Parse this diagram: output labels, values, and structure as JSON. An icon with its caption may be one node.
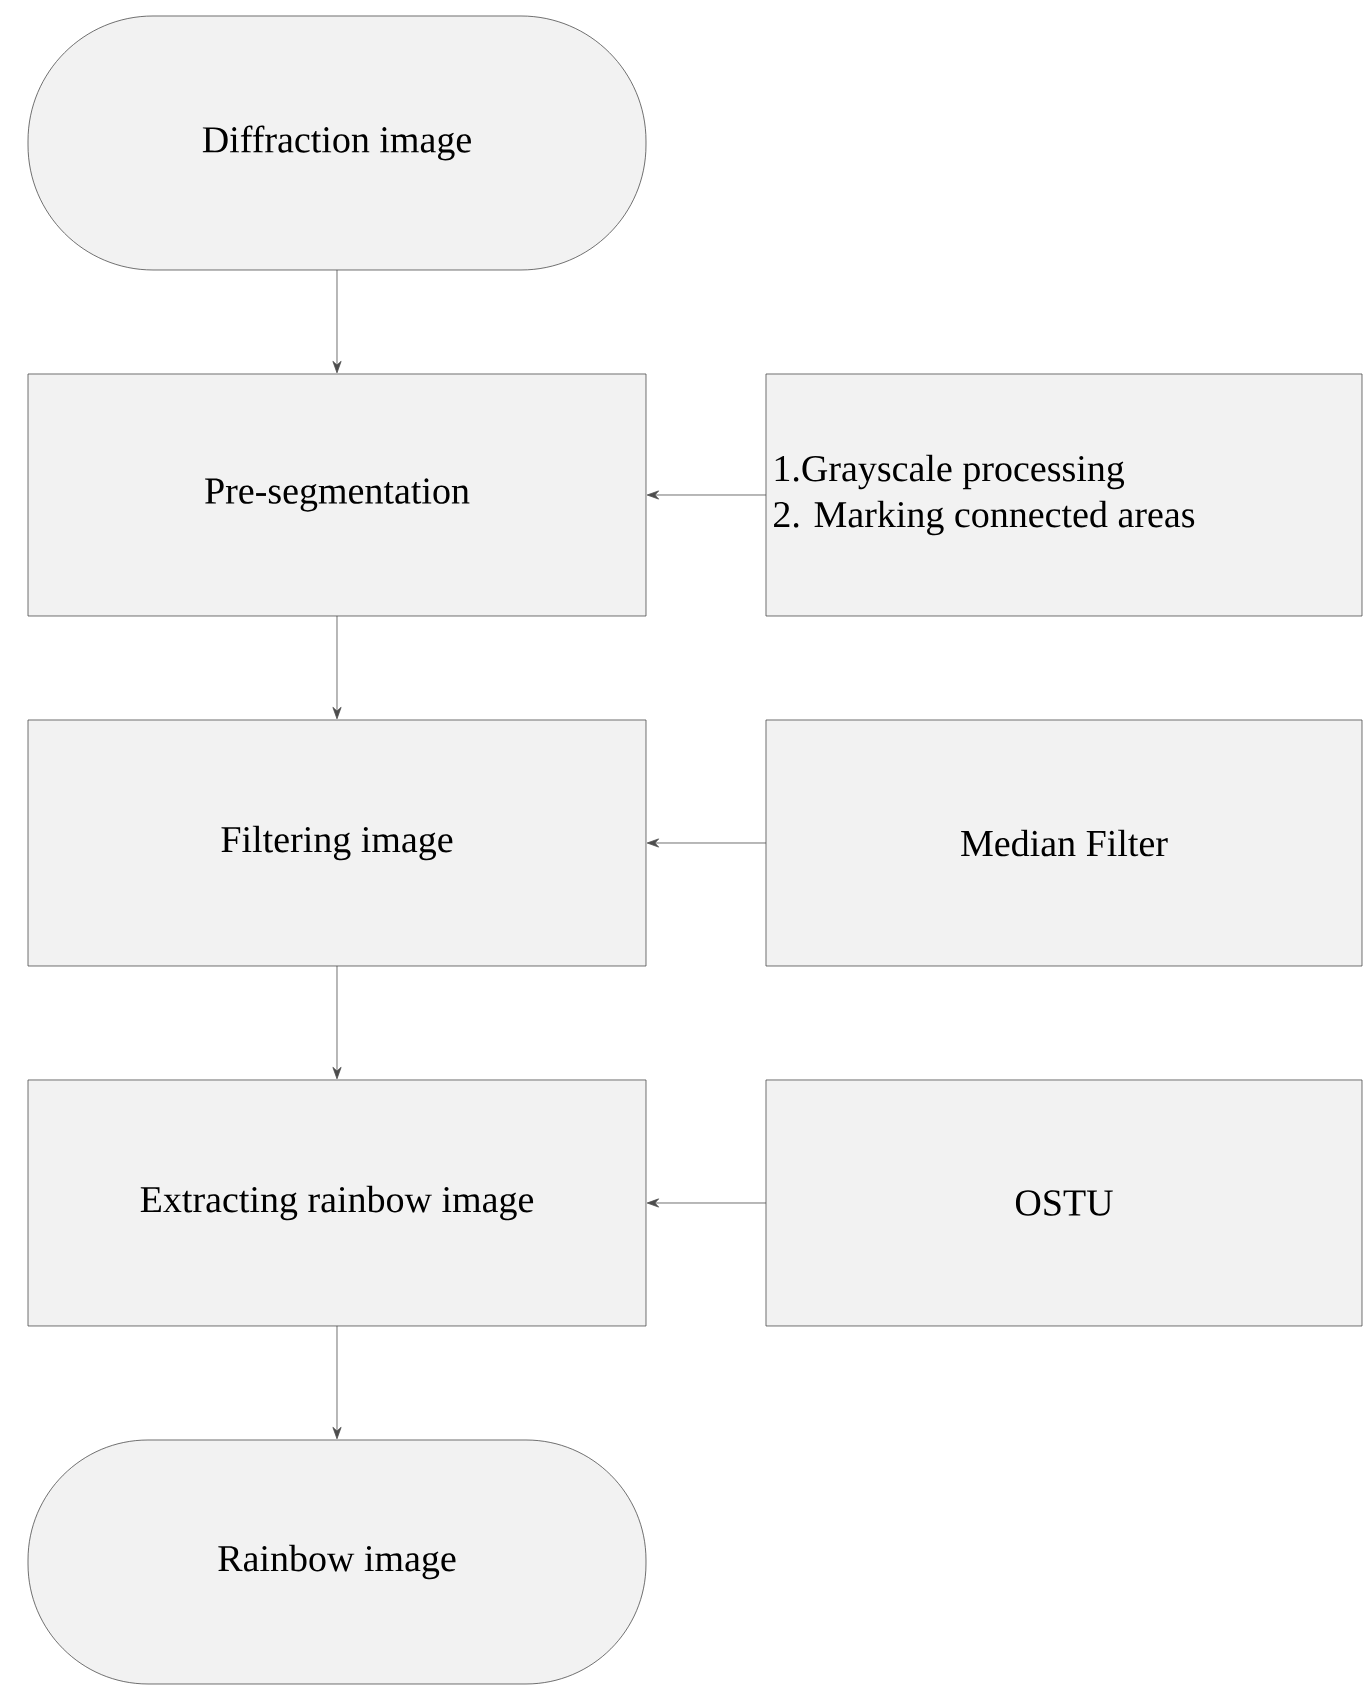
{
  "diagram": {
    "nodes": [
      {
        "text": [
          "Diffraction image"
        ]
      },
      {
        "text": [
          "Pre-segmentation"
        ]
      },
      {
        "text": [
          "1.Grayscale processing",
          "2. Marking connected areas"
        ]
      },
      {
        "text": [
          "Filtering image"
        ]
      },
      {
        "text": [
          "Median Filter"
        ]
      },
      {
        "text": [
          "Extracting rainbow image"
        ]
      },
      {
        "text": [
          "OSTU"
        ]
      },
      {
        "text": [
          "Rainbow image"
        ]
      }
    ],
    "edges": [
      {
        "from": 0,
        "to": 1,
        "arrow": "to"
      },
      {
        "from": 2,
        "to": 1,
        "arrow": "to"
      },
      {
        "from": 1,
        "to": 3,
        "arrow": "to"
      },
      {
        "from": 4,
        "to": 3,
        "arrow": "to"
      },
      {
        "from": 3,
        "to": 5,
        "arrow": "to"
      },
      {
        "from": 6,
        "to": 5,
        "arrow": "to"
      },
      {
        "from": 5,
        "to": 7,
        "arrow": "to"
      }
    ]
  }
}
